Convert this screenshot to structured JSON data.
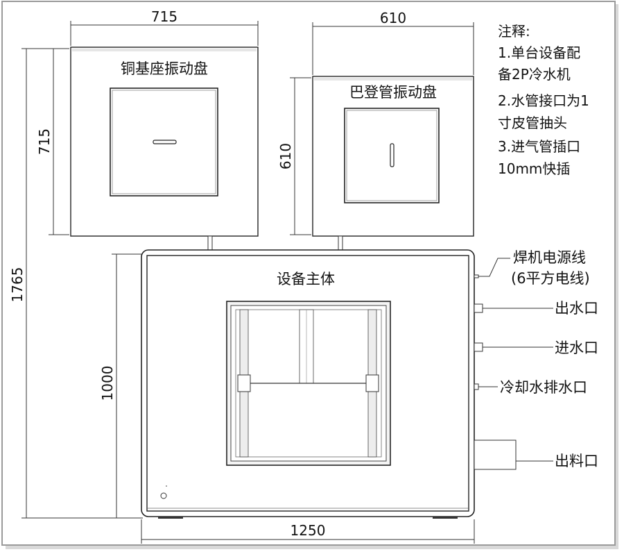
{
  "dimensions": {
    "left_disk_width": "715",
    "left_disk_height": "715",
    "right_disk_width": "610",
    "right_disk_height": "610",
    "total_height": "1765",
    "main_body_height": "1000",
    "main_body_width": "1250"
  },
  "components": {
    "left_disk": "铜基座振动盘",
    "right_disk": "巴登管振动盘",
    "main_body": "设备主体"
  },
  "notes": {
    "title": "注释:",
    "lines": [
      "1.单台设备配",
      "备2P冷水机",
      "2.水管接口为1",
      "寸皮管抽头",
      "3.进气管插口",
      "10mm快插"
    ]
  },
  "ports": {
    "power_line": "焊机电源线",
    "power_line_spec": "(6平方电线)",
    "water_out": "出水口",
    "water_in": "进水口",
    "cooling_drain": "冷却水排水口",
    "material_out": "出料口"
  }
}
